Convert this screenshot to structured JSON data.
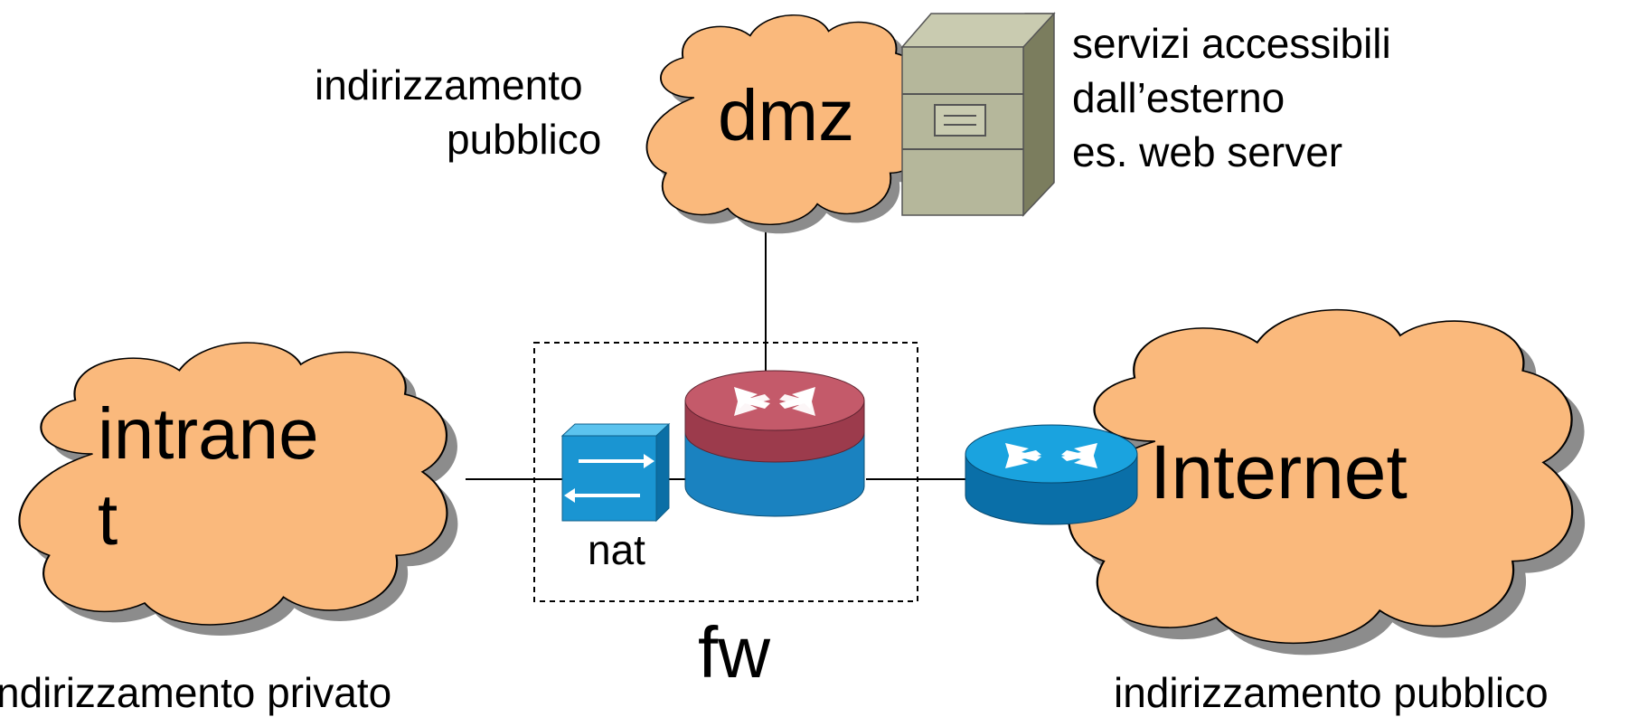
{
  "clouds": {
    "dmz": {
      "label": "dmz",
      "note_line1": "indirizzamento",
      "note_line2": "pubblico"
    },
    "intranet": {
      "label_line1": "intrane",
      "label_line2": "t",
      "note": "ndirizzamento privato"
    },
    "internet": {
      "label": "Internet",
      "note": "indirizzamento pubblico"
    }
  },
  "server": {
    "caption_line1": "servizi accessibili",
    "caption_line2": "dall’esterno",
    "caption_line3": "es. web server"
  },
  "firewall": {
    "label": "fw",
    "nat_label": "nat"
  },
  "colors": {
    "cloud_fill": "#fab97c",
    "cloud_shadow": "#8c8c8c",
    "router_blue": "#1c8bc9",
    "firewall_red": "#b24a5a",
    "switch_blue": "#1a95d2",
    "server_body": "#b5b79b"
  }
}
